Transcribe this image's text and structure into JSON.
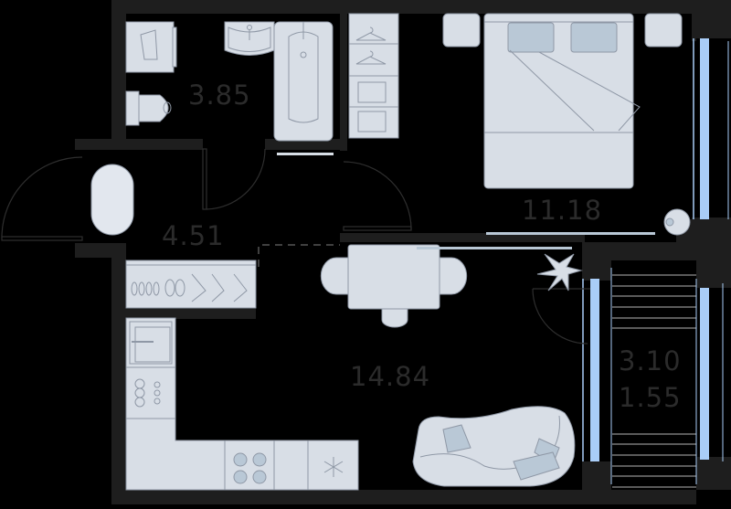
{
  "plan": {
    "type": "apartment-floor-plan",
    "colors": {
      "background": "#000000",
      "wall": "#1e1e1e",
      "furniture": "#d8dee6",
      "furniture_stroke": "#8f98a6",
      "pillow": "#b9c8d6",
      "window": "#a9cdf7",
      "label": "#2b2b2b"
    },
    "rooms": [
      {
        "id": "bathroom",
        "area": "3.85"
      },
      {
        "id": "bedroom",
        "area": "11.18"
      },
      {
        "id": "hallway",
        "area": "4.51"
      },
      {
        "id": "kitchen-living",
        "area": "14.84"
      },
      {
        "id": "balcony",
        "area": "3.10",
        "area_secondary": "1.55"
      }
    ]
  }
}
